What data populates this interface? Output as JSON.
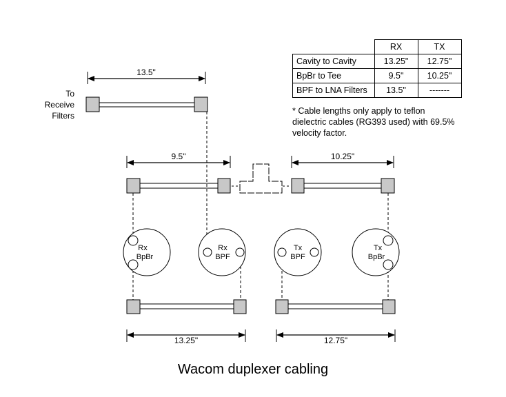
{
  "title": "Wacom duplexer cabling",
  "side_label": [
    "To",
    "Receive",
    "Filters"
  ],
  "table": {
    "columns": [
      "",
      "RX",
      "TX"
    ],
    "rows": [
      {
        "name": "Cavity to Cavity",
        "rx": "13.25\"",
        "tx": "12.75\""
      },
      {
        "name": "BpBr to Tee",
        "rx": "9.5\"",
        "tx": "10.25\""
      },
      {
        "name": "BPF to LNA Filters",
        "rx": "13.5\"",
        "tx": "-------"
      }
    ]
  },
  "note": "* Cable lengths only apply to teflon dielectric cables (RG393 used) with 69.5% velocity factor.",
  "dimensions": {
    "top_cable": "13.5\"",
    "rx_tee": "9.5\"",
    "tx_tee": "10.25\"",
    "rx_cavity": "13.25\"",
    "tx_cavity": "12.75\""
  },
  "cavities": [
    {
      "line1": "Rx",
      "line2": "BpBr"
    },
    {
      "line1": "Rx",
      "line2": "BPF"
    },
    {
      "line1": "Tx",
      "line2": "BPF"
    },
    {
      "line1": "Tx",
      "line2": "BpBr"
    }
  ]
}
